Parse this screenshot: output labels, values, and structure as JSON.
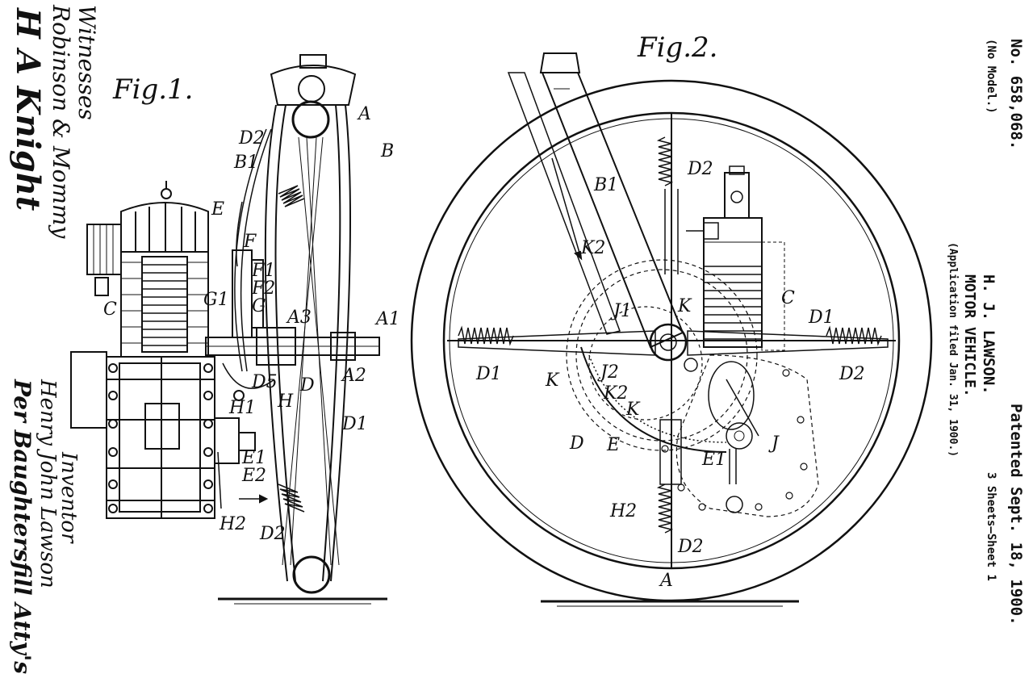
{
  "header": {
    "patent_number": "No. 658,068.",
    "patent_date": "Patented Sept. 18, 1900.",
    "model_note": "(No Model.)",
    "inventor_name": "H. J. LAWSON.",
    "title": "MOTOR VEHICLE.",
    "filing": "(Application filed Jan. 31, 1900.)",
    "sheets": "3 Sheets—Sheet 1"
  },
  "figures": {
    "fig1": "Fig.1.",
    "fig2": "Fig.2."
  },
  "signatures": {
    "witness_lines": [
      "Witnesses",
      "Robinson & Mommy",
      "H A Knight"
    ],
    "inventor_lines": [
      "Inventor",
      "Henry John Lawson",
      "Per Baughtersfill Atty's"
    ]
  },
  "labels_fig1": {
    "A": "A",
    "B": "B",
    "B1": "B1",
    "C": "C",
    "D": "D",
    "D1": "D1",
    "D2_top": "D2",
    "D2_bottom": "D2",
    "E": "E",
    "E1": "E1",
    "E2": "E2",
    "F": "F",
    "F1": "F1",
    "F2": "F2",
    "G": "G",
    "G1": "G1",
    "H": "H",
    "H1": "H1",
    "H2": "H2",
    "A1": "A1",
    "A2": "A2",
    "A3": "A3",
    "D5": "D5"
  },
  "labels_fig2": {
    "A": "A",
    "B1": "B1",
    "C": "C",
    "D": "D",
    "D1_left": "D1",
    "D1_right": "D1",
    "D2_top": "D2",
    "D2_right": "D2",
    "D2_bottom": "D2",
    "E": "E",
    "E1": "E1",
    "H2": "H2",
    "J": "J",
    "J1": "J1",
    "J2": "J2",
    "K_left": "K",
    "K_mid": "K",
    "K_right": "K",
    "K2_top": "K2",
    "K2_mid": "K2"
  }
}
